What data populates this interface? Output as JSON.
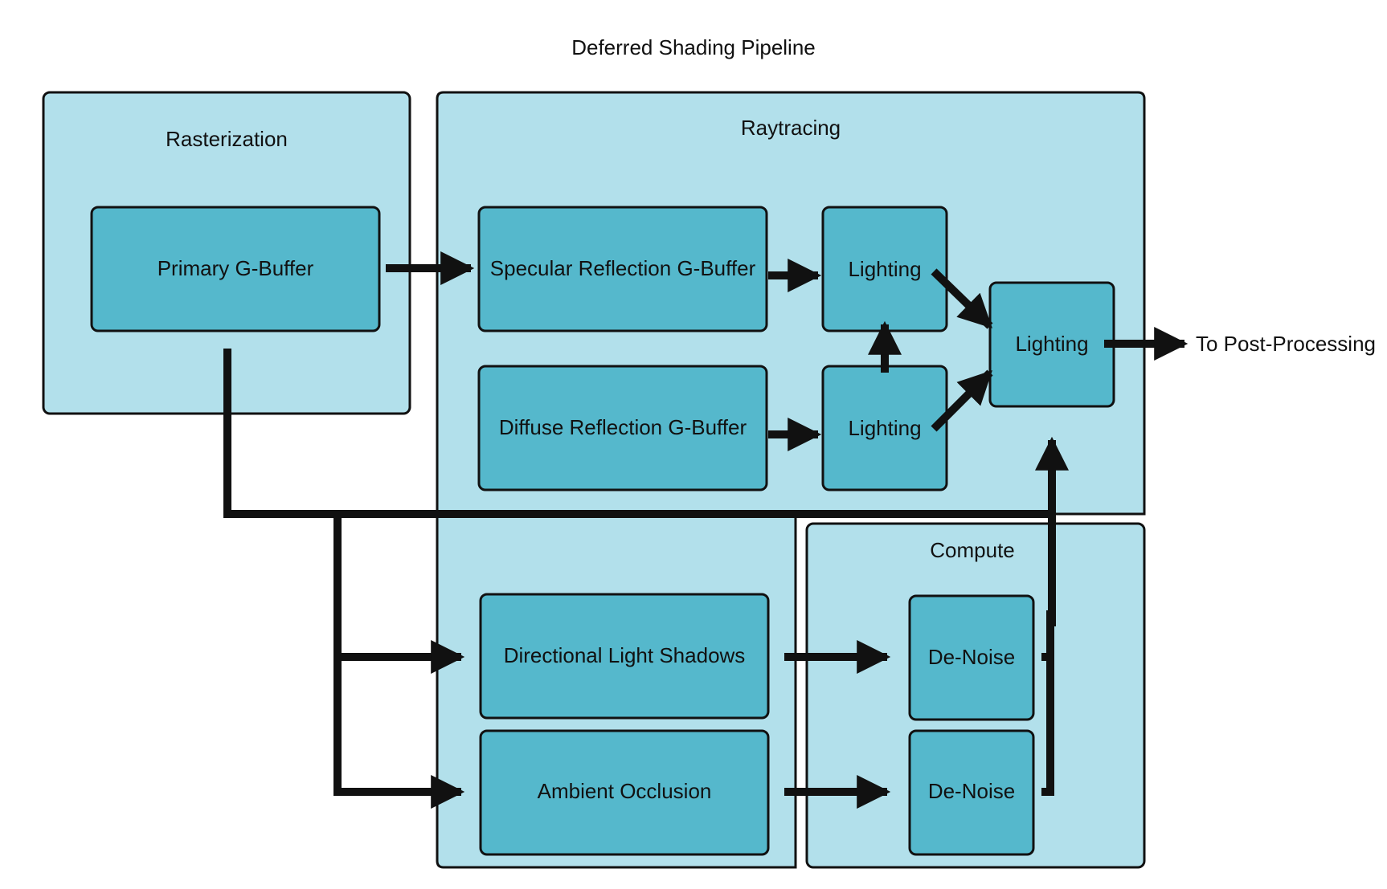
{
  "title": "Deferred Shading Pipeline",
  "groups": {
    "rasterization": "Rasterization",
    "raytracing": "Raytracing",
    "compute": "Compute"
  },
  "nodes": {
    "primary_gbuffer": "Primary G-Buffer",
    "specular_gbuffer": "Specular Reflection G-Buffer",
    "diffuse_gbuffer": "Diffuse Reflection G-Buffer",
    "lighting_specular": "Lighting",
    "lighting_diffuse": "Lighting",
    "lighting_combine": "Lighting",
    "directional_shadows": "Directional Light Shadows",
    "ambient_occlusion": "Ambient Occlusion",
    "denoise_shadows": "De-Noise",
    "denoise_ao": "De-Noise"
  },
  "output_label": "To Post-Processing",
  "colors": {
    "group_fill": "#b2e0eb",
    "node_fill": "#55b8cc",
    "stroke": "#111111"
  }
}
